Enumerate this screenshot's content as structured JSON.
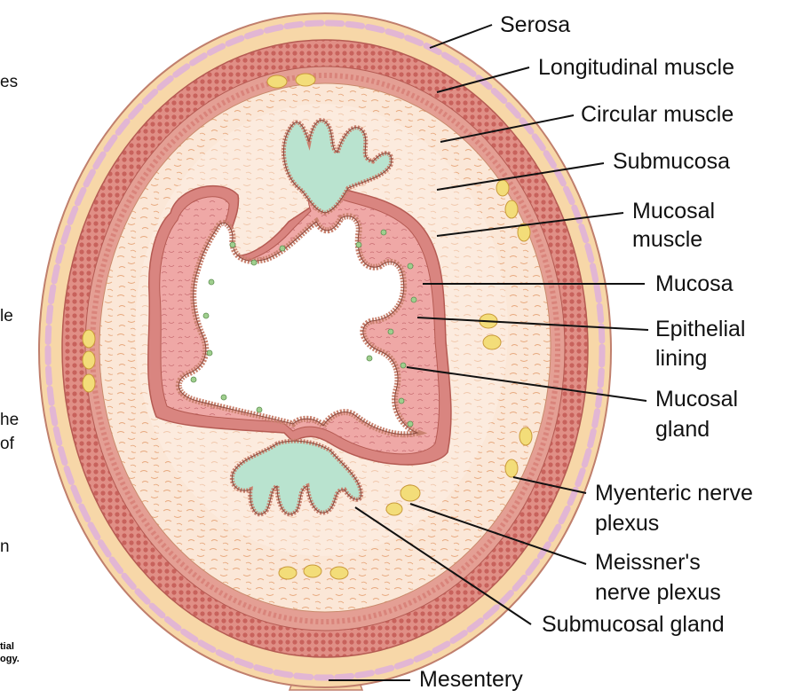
{
  "background_text": {
    "fragments": [
      "es",
      "le",
      "he",
      "of",
      "n"
    ],
    "credit_lines": [
      "tial",
      "ogy."
    ]
  },
  "labels": {
    "serosa": "Serosa",
    "longitudinal_muscle": "Longitudinal muscle",
    "circular_muscle": "Circular muscle",
    "submucosa": "Submucosa",
    "mucosal_muscle": [
      "Mucosal",
      "muscle"
    ],
    "mucosa": "Mucosa",
    "epithelial_lining": [
      "Epithelial",
      "lining"
    ],
    "mucosal_gland": [
      "Mucosal",
      "gland"
    ],
    "myenteric_nerve_plexus": [
      "Myenteric nerve",
      "plexus"
    ],
    "meissners_nerve_plexus": [
      "Meissner's",
      "nerve plexus"
    ],
    "submucosal_gland": "Submucosal gland",
    "mesentery": "Mesentery"
  },
  "colors": {
    "serosa": "#f7d7a8",
    "serosa_cells": "#e8c7dc",
    "muscle": "#e08f86",
    "muscle_cells": "#d06a62",
    "submucosa": "#fbe7d7",
    "mucosa": "#f0aaa8",
    "epithelium": "#f6d7c9",
    "gland": "#b9e3cf",
    "nerve": "#f3dd79",
    "leader": "#111111"
  }
}
